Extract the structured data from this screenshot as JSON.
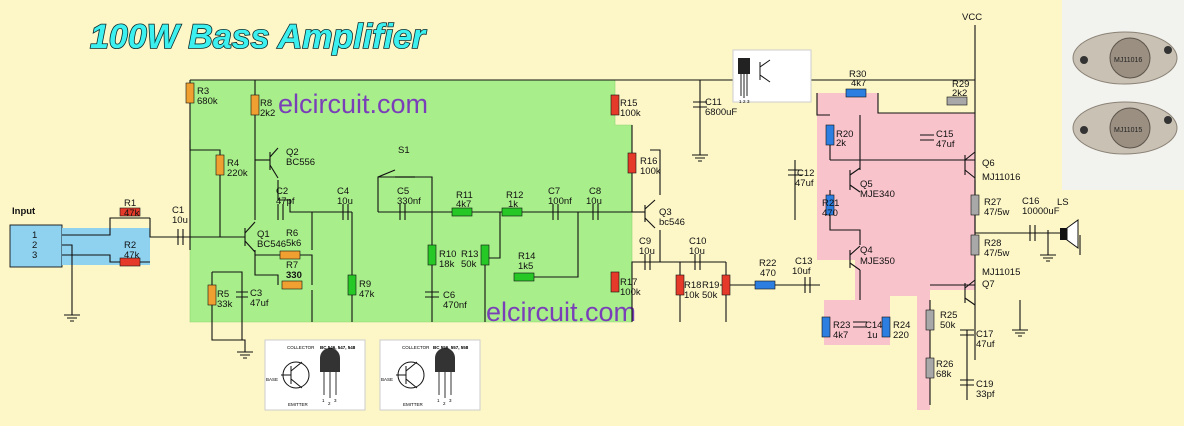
{
  "title": "100W Bass Amplifier",
  "watermarks": [
    "elcircuit.com",
    "elcircuit.com"
  ],
  "power": {
    "vcc": "VCC"
  },
  "io": {
    "input": "Input",
    "speaker": "LS",
    "pins": [
      "1",
      "2",
      "3"
    ]
  },
  "components": [
    {
      "ref": "R1",
      "value": "47k"
    },
    {
      "ref": "R2",
      "value": "47k"
    },
    {
      "ref": "C1",
      "value": "10u"
    },
    {
      "ref": "R3",
      "value": "680k"
    },
    {
      "ref": "R4",
      "value": "220k"
    },
    {
      "ref": "R5",
      "value": "33k"
    },
    {
      "ref": "R8",
      "value": "2k2"
    },
    {
      "ref": "Q1",
      "value": "BC546"
    },
    {
      "ref": "Q2",
      "value": "BC556"
    },
    {
      "ref": "C2",
      "value": "47pf"
    },
    {
      "ref": "R6",
      "value": "5k6"
    },
    {
      "ref": "R7",
      "value": "330"
    },
    {
      "ref": "C3",
      "value": "47uf"
    },
    {
      "ref": "C4",
      "value": "10u"
    },
    {
      "ref": "R9",
      "value": "47k"
    },
    {
      "ref": "S1",
      "value": ""
    },
    {
      "ref": "C5",
      "value": "330nf"
    },
    {
      "ref": "R10",
      "value": "18k"
    },
    {
      "ref": "C6",
      "value": "470nf"
    },
    {
      "ref": "R11",
      "value": "4k7"
    },
    {
      "ref": "R12",
      "value": "1k"
    },
    {
      "ref": "R13",
      "value": "50k"
    },
    {
      "ref": "R14",
      "value": "1k5"
    },
    {
      "ref": "C7",
      "value": "100nf"
    },
    {
      "ref": "C8",
      "value": "10u"
    },
    {
      "ref": "R15",
      "value": "100k"
    },
    {
      "ref": "R16",
      "value": "100k"
    },
    {
      "ref": "Q3",
      "value": "bc546"
    },
    {
      "ref": "R17",
      "value": "100k"
    },
    {
      "ref": "C9",
      "value": "10u"
    },
    {
      "ref": "C10",
      "value": "10u"
    },
    {
      "ref": "R18",
      "value": "10k"
    },
    {
      "ref": "R19",
      "value": "50k"
    },
    {
      "ref": "C11",
      "value": "6800uF"
    },
    {
      "ref": "R22",
      "value": "470"
    },
    {
      "ref": "C13",
      "value": "10uf"
    },
    {
      "ref": "R30",
      "value": "4k7"
    },
    {
      "ref": "R20",
      "value": "2k"
    },
    {
      "ref": "C12",
      "value": "47uf"
    },
    {
      "ref": "R21",
      "value": "470"
    },
    {
      "ref": "Q5",
      "value": "MJE340"
    },
    {
      "ref": "Q4",
      "value": "MJE350"
    },
    {
      "ref": "R23",
      "value": "4k7"
    },
    {
      "ref": "C14",
      "value": "1u"
    },
    {
      "ref": "R24",
      "value": "220"
    },
    {
      "ref": "R29",
      "value": "2k2"
    },
    {
      "ref": "C15",
      "value": "47uf"
    },
    {
      "ref": "Q6",
      "value": "MJ11016"
    },
    {
      "ref": "R27",
      "value": "47/5w"
    },
    {
      "ref": "R28",
      "value": "47/5w"
    },
    {
      "ref": "C16",
      "value": "10000uF"
    },
    {
      "ref": "Q7",
      "value": "MJ11015"
    },
    {
      "ref": "R25",
      "value": "50k"
    },
    {
      "ref": "C17",
      "value": "47uf"
    },
    {
      "ref": "R26",
      "value": "68k"
    },
    {
      "ref": "C19",
      "value": "33pf"
    }
  ],
  "pinouts": {
    "npn": {
      "header": "BC 546, 547, 548",
      "collector": "COLLECTOR",
      "base": "BASE",
      "emitter": "EMITTER",
      "pins": [
        "1",
        "2",
        "3"
      ]
    },
    "pnp": {
      "header": "BC 556, 557, 558",
      "collector": "COLLECTOR",
      "base": "BASE",
      "emitter": "EMITTER",
      "pins": [
        "1",
        "2",
        "3"
      ]
    },
    "mje": {
      "pins": [
        "1",
        "2",
        "3"
      ]
    }
  },
  "photo": {
    "part_top": "MJ11016",
    "part_bottom": "MJ11015"
  },
  "colors": {
    "background": "#fdf7c8",
    "preamp_area": "#a8ee8a",
    "power_area": "#f8c3cb",
    "title_fill": "#3df0f0",
    "resistor_red": "#e53a2a",
    "resistor_orange": "#f0a030",
    "resistor_green": "#26c826",
    "resistor_blue": "#2c7ee0",
    "resistor_gray": "#a8a8a8",
    "watermark": "#7a3fb8"
  }
}
